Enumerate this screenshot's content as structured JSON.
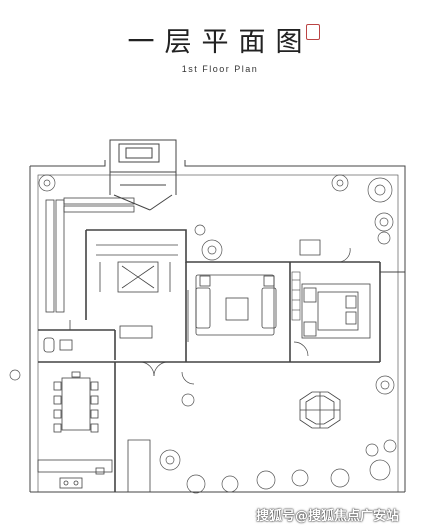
{
  "title": "一层平面图",
  "subtitle": "1st Floor Plan",
  "watermark": "搜狐号@搜狐焦点广安站",
  "colors": {
    "line": "#444444",
    "plant": "#555555",
    "seal": "#bb4444"
  }
}
